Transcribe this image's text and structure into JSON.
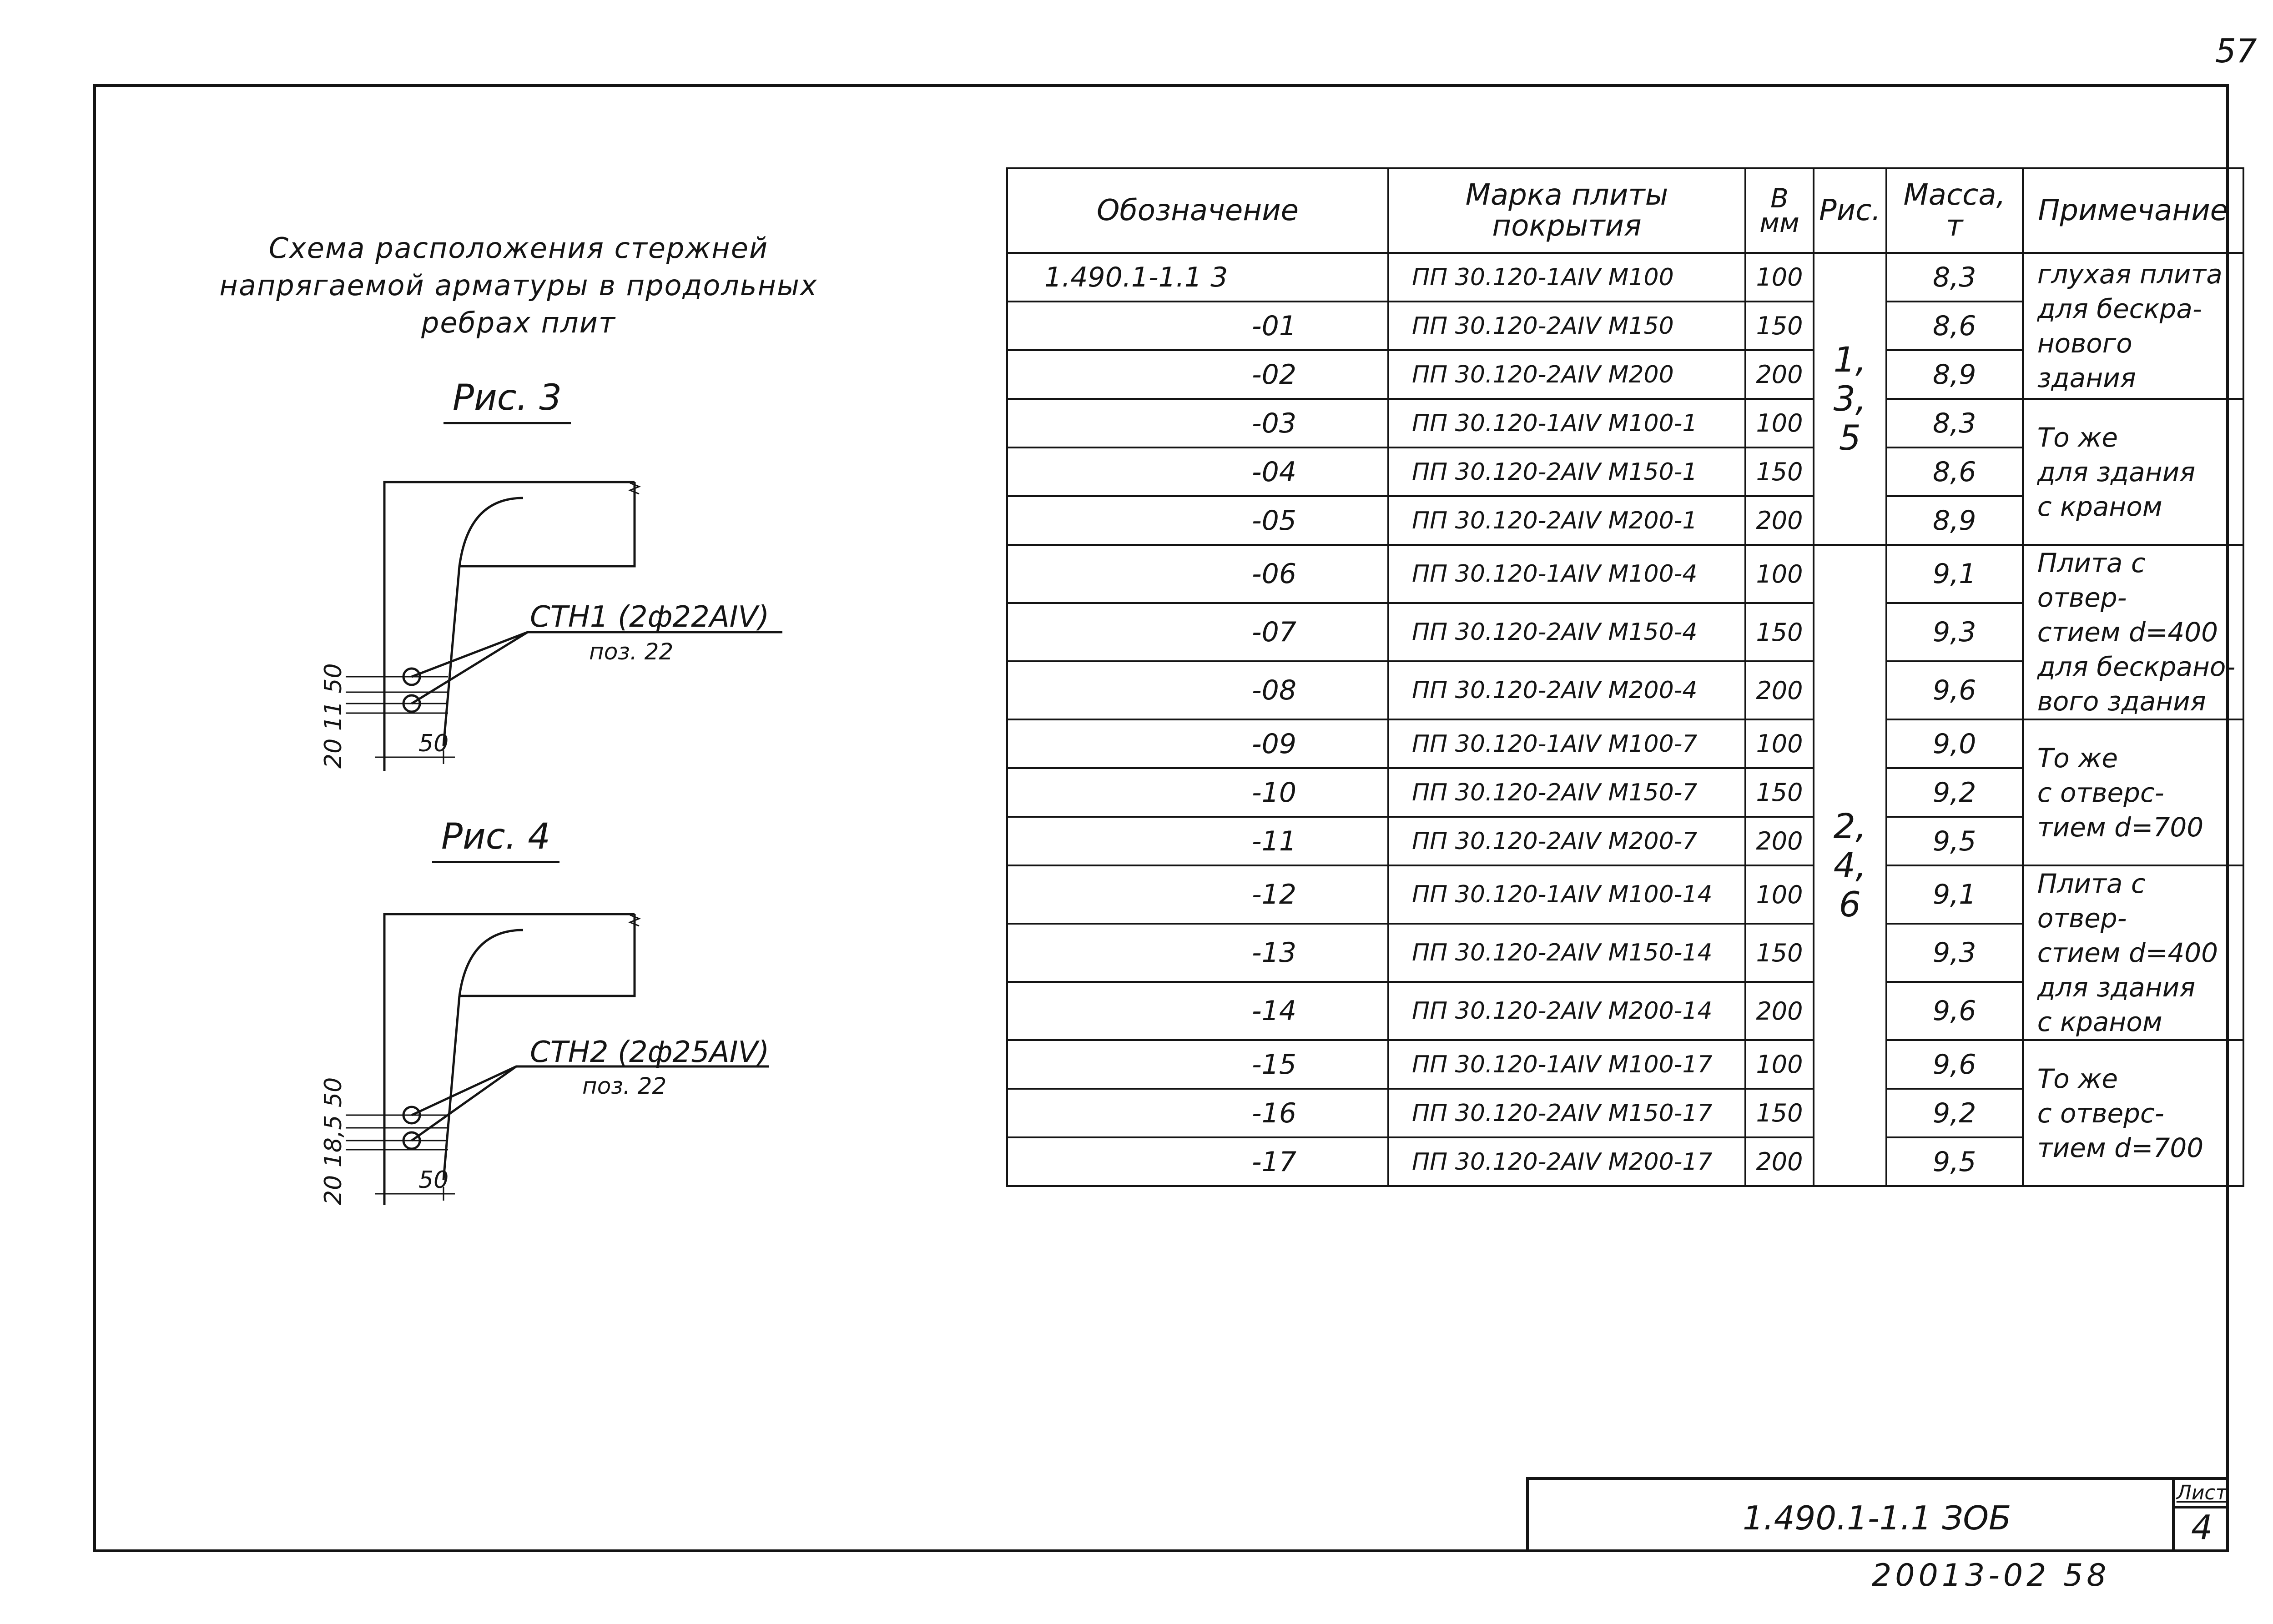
{
  "page_number": "57",
  "scheme_title": "Схема расположения стержней напрягаемой арматуры в продольных ребрах плит",
  "fig3": {
    "label": "Рис. 3",
    "bar_mark": "СТН1 (2ф22АIV)",
    "position": "поз. 22",
    "dim_vertical": "20 11 50",
    "dim_horizontal": "50"
  },
  "fig4": {
    "label": "Рис. 4",
    "bar_mark": "СТН2 (2ф25АIV)",
    "position": "поз. 22",
    "dim_vertical": "20 18,5 50",
    "dim_horizontal": "50"
  },
  "table": {
    "headers": {
      "designation": "Обозначение",
      "mark": "Марка плиты покрытия",
      "width": "В мм",
      "figure": "Рис.",
      "mass": "Масса, т",
      "note": "Примечание"
    },
    "rows": [
      {
        "designation": "1.490.1-1.1 3",
        "mark": "ПП 30.120-1АIV М100",
        "width": "100",
        "mass": "8,3"
      },
      {
        "designation": "-01",
        "mark": "ПП 30.120-2АIV М150",
        "width": "150",
        "mass": "8,6"
      },
      {
        "designation": "-02",
        "mark": "ПП 30.120-2АIV М200",
        "width": "200",
        "mass": "8,9"
      },
      {
        "designation": "-03",
        "mark": "ПП 30.120-1АIV М100-1",
        "width": "100",
        "mass": "8,3"
      },
      {
        "designation": "-04",
        "mark": "ПП 30.120-2АIV М150-1",
        "width": "150",
        "mass": "8,6"
      },
      {
        "designation": "-05",
        "mark": "ПП 30.120-2АIV М200-1",
        "width": "200",
        "mass": "8,9"
      },
      {
        "designation": "-06",
        "mark": "ПП 30.120-1АIV М100-4",
        "width": "100",
        "mass": "9,1"
      },
      {
        "designation": "-07",
        "mark": "ПП 30.120-2АIV М150-4",
        "width": "150",
        "mass": "9,3"
      },
      {
        "designation": "-08",
        "mark": "ПП 30.120-2АIV М200-4",
        "width": "200",
        "mass": "9,6"
      },
      {
        "designation": "-09",
        "mark": "ПП 30.120-1АIV М100-7",
        "width": "100",
        "mass": "9,0"
      },
      {
        "designation": "-10",
        "mark": "ПП 30.120-2АIV М150-7",
        "width": "150",
        "mass": "9,2"
      },
      {
        "designation": "-11",
        "mark": "ПП 30.120-2АIV М200-7",
        "width": "200",
        "mass": "9,5"
      },
      {
        "designation": "-12",
        "mark": "ПП 30.120-1АIV М100-14",
        "width": "100",
        "mass": "9,1"
      },
      {
        "designation": "-13",
        "mark": "ПП 30.120-2АIV М150-14",
        "width": "150",
        "mass": "9,3"
      },
      {
        "designation": "-14",
        "mark": "ПП 30.120-2АIV М200-14",
        "width": "200",
        "mass": "9,6"
      },
      {
        "designation": "-15",
        "mark": "ПП 30.120-1АIV М100-17",
        "width": "100",
        "mass": "9,6"
      },
      {
        "designation": "-16",
        "mark": "ПП 30.120-2АIV М150-17",
        "width": "150",
        "mass": "9,2"
      },
      {
        "designation": "-17",
        "mark": "ПП 30.120-2АIV М200-17",
        "width": "200",
        "mass": "9,5"
      }
    ],
    "figure_groups": [
      "1,\n3,\n5",
      "2,\n4,\n6"
    ],
    "notes": [
      "глухая плита\nдля бескра-\nнового\nздания",
      "То же\nдля здания\nс краном",
      "Плита с отвер-\nстием d=400\nдля бескрано-\nвого здания",
      "То же\nс отверс-\nтием d=700",
      "Плита с отвер-\nстием d=400\nдля здания\nс краном",
      "То же\nс отверс-\nтием d=700"
    ]
  },
  "title_block": {
    "doc_code": "1.490.1-1.1 ЗОБ",
    "sheet_label": "Лист",
    "sheet_number": "4"
  },
  "archive_number": "20013-02 58"
}
